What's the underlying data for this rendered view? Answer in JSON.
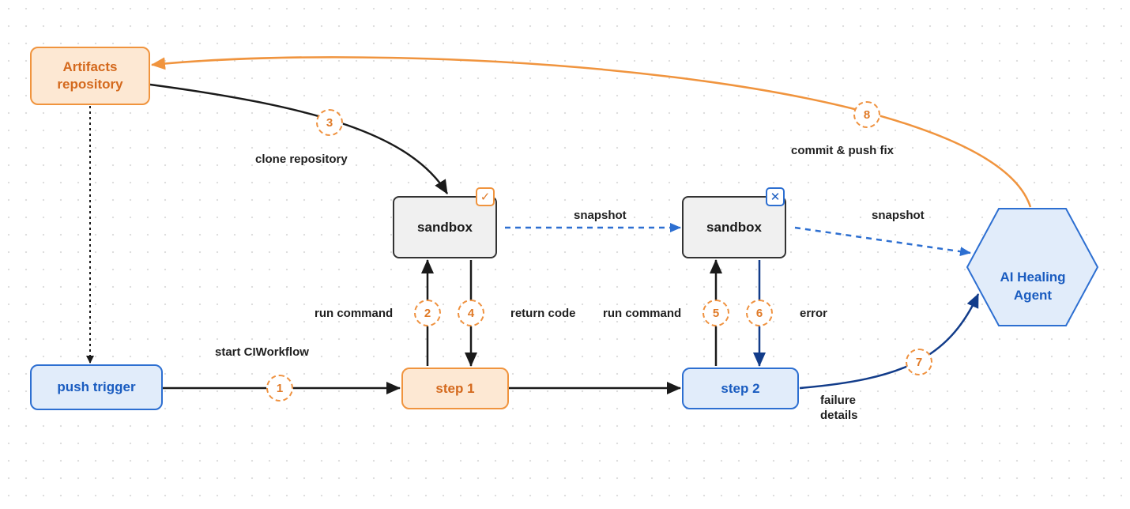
{
  "nodes": {
    "artifacts": "Artifacts\nrepository",
    "push_trigger": "push trigger",
    "step1": "step 1",
    "step2": "step 2",
    "sandbox1": "sandbox",
    "sandbox2": "sandbox",
    "agent": "AI Healing\nAgent"
  },
  "badges": {
    "sandbox1_status": "✓",
    "sandbox2_status": "✕"
  },
  "labels": {
    "clone": "clone repository",
    "commit": "commit & push fix",
    "snapshot1": "snapshot",
    "snapshot2": "snapshot",
    "run1": "run command",
    "return_code": "return code",
    "run2": "run command",
    "error": "error",
    "start": "start CIWorkflow",
    "failure": "failure\ndetails"
  },
  "steps": [
    "1",
    "2",
    "3",
    "4",
    "5",
    "6",
    "7",
    "8"
  ],
  "colors": {
    "orange": "#f0943e",
    "blue": "#2d6fd1",
    "dark_blue": "#123c8a",
    "black": "#1a1a1a"
  }
}
